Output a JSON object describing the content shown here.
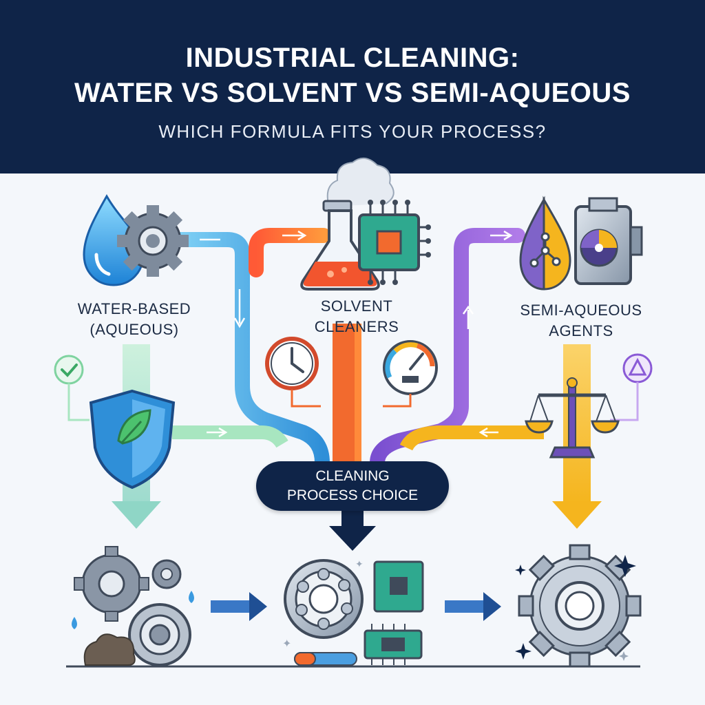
{
  "header": {
    "title_line1": "INDUSTRIAL CLEANING:",
    "title_line2": "WATER VS SOLVENT VS SEMI-AQUEOUS",
    "subtitle": "WHICH FORMULA FITS YOUR PROCESS?"
  },
  "branches": [
    {
      "id": "water",
      "label_line1": "WATER-BASED",
      "label_line2": "(AQUEOUS)",
      "color": "#4ab3e6",
      "icons": [
        "water-drop-icon",
        "gear-icon",
        "check-icon",
        "shield-leaf-icon"
      ]
    },
    {
      "id": "solvent",
      "label_line1": "SOLVENT",
      "label_line2": "CLEANERS",
      "color": "#f26a2e",
      "icons": [
        "flask-icon",
        "circuit-chip-icon",
        "clock-icon",
        "gauge-icon"
      ]
    },
    {
      "id": "semi",
      "label_line1": "SEMI-AQUEOUS",
      "label_line2": "AGENTS",
      "color": "#8a5ad6",
      "accent": "#f5b51e",
      "icons": [
        "split-drop-icon",
        "machine-icon",
        "warning-icon",
        "balance-scale-icon"
      ]
    }
  ],
  "center": {
    "line1": "CLEANING",
    "line2": "PROCESS CHOICE"
  },
  "bottom": {
    "icons": [
      "dirty-gears-icon",
      "bearing-components-icon",
      "clean-gear-icon"
    ]
  },
  "colors": {
    "navy": "#0f2448",
    "water": "#4ab3e6",
    "solvent": "#f26a2e",
    "semi": "#8a5ad6",
    "yellow": "#f5b51e",
    "green": "#7fd3a0"
  }
}
